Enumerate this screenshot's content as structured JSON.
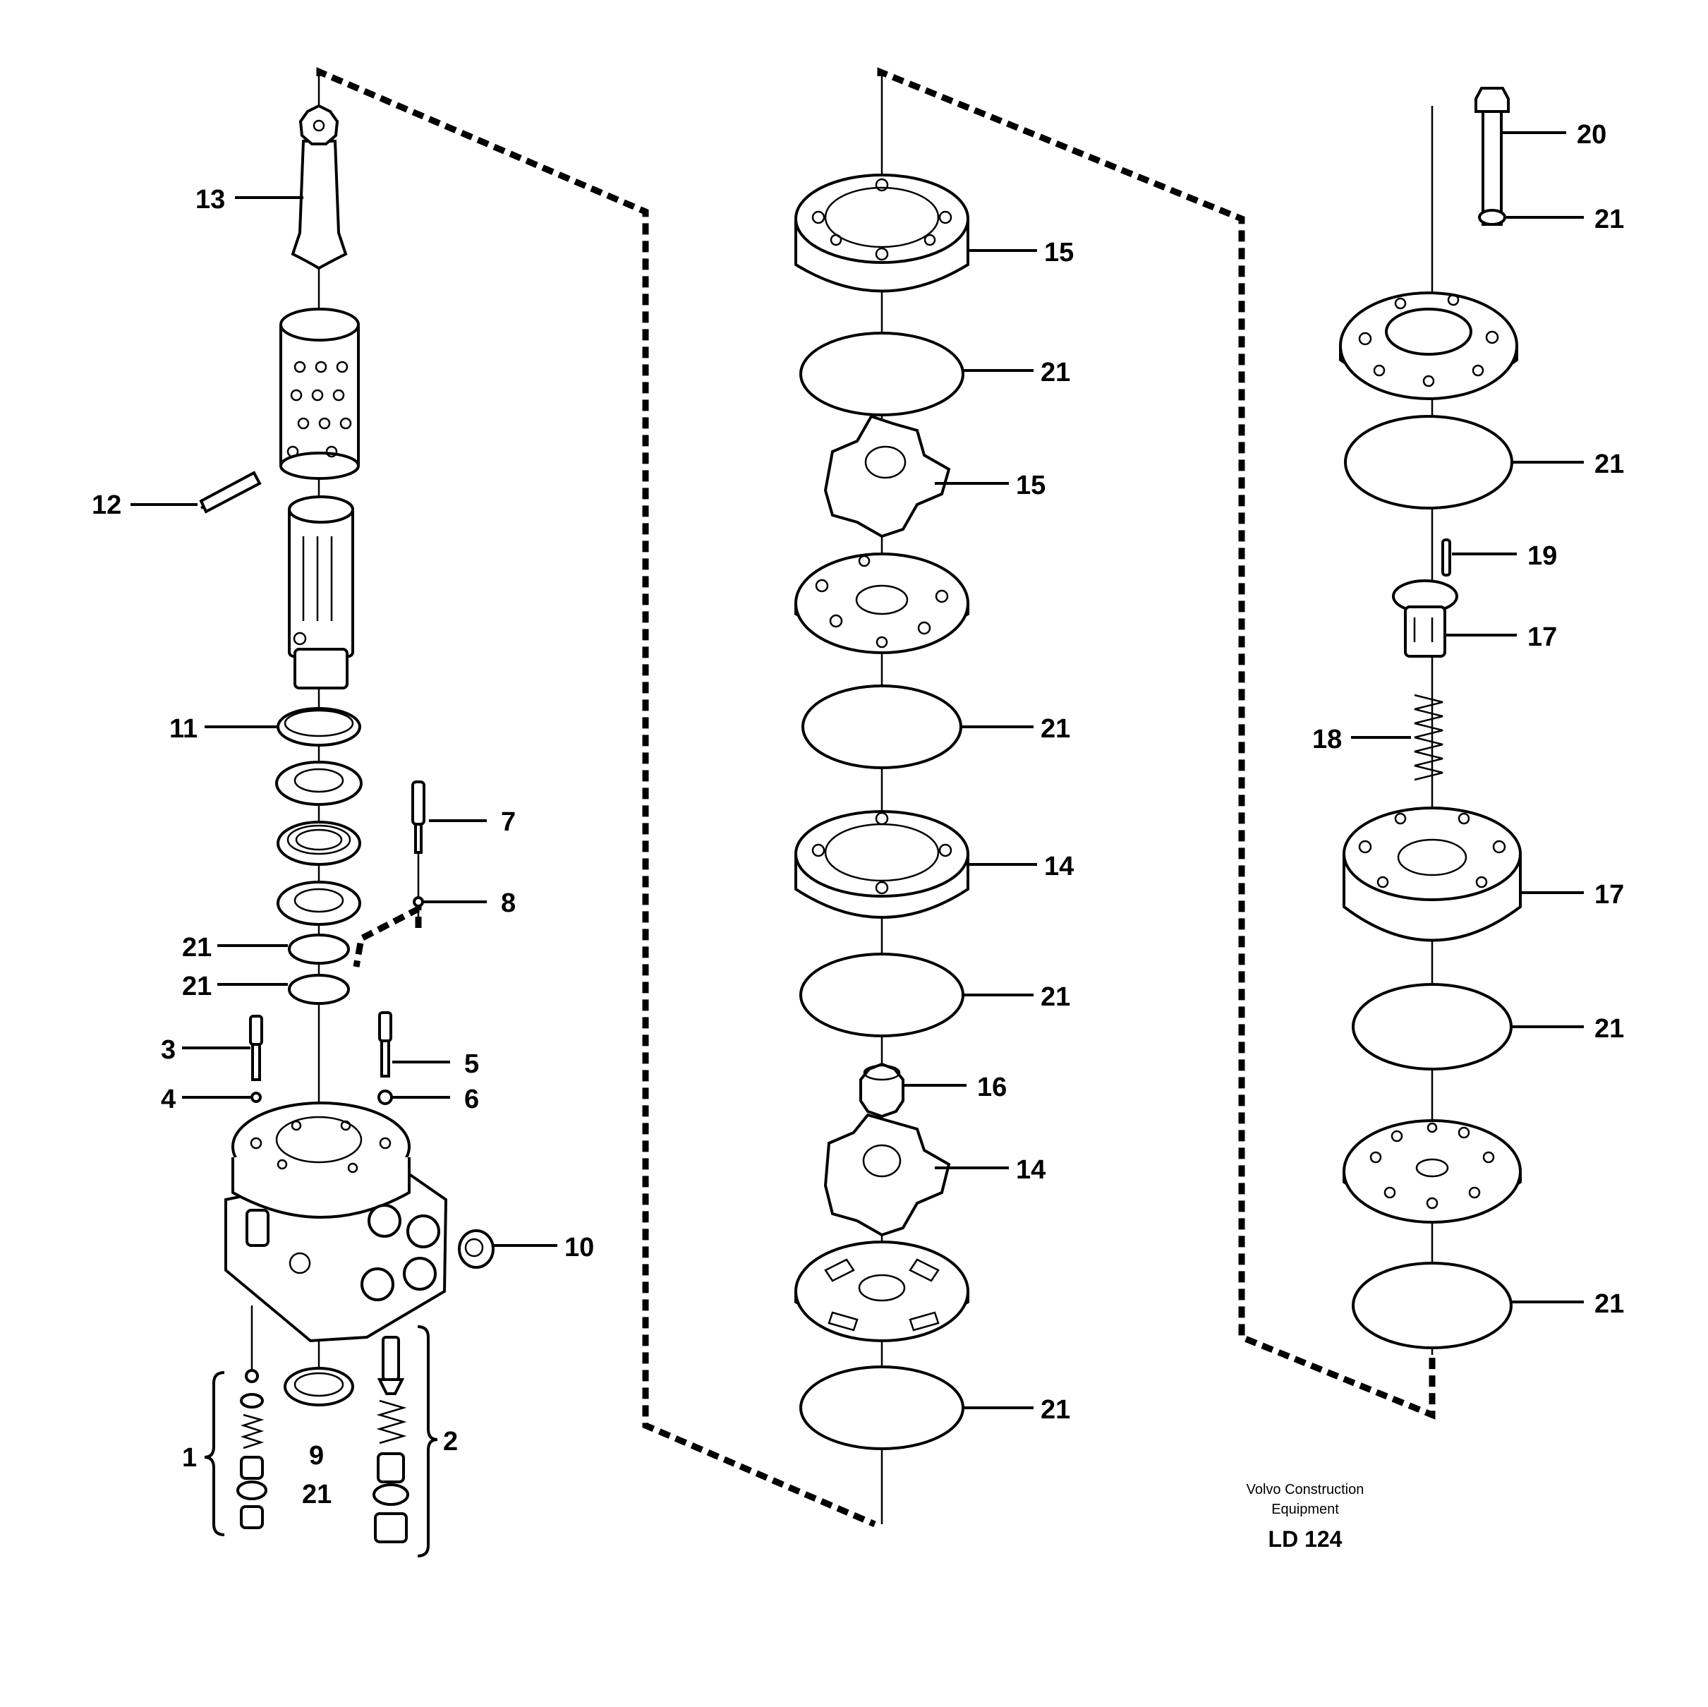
{
  "callouts": [
    {
      "id": "c1",
      "text": "1"
    },
    {
      "id": "c2",
      "text": "2"
    },
    {
      "id": "c3",
      "text": "3"
    },
    {
      "id": "c4",
      "text": "4"
    },
    {
      "id": "c5",
      "text": "5"
    },
    {
      "id": "c6",
      "text": "6"
    },
    {
      "id": "c7",
      "text": "7"
    },
    {
      "id": "c8",
      "text": "8"
    },
    {
      "id": "c9",
      "text": "9"
    },
    {
      "id": "c9b",
      "text": "21"
    },
    {
      "id": "c10",
      "text": "10"
    },
    {
      "id": "c11",
      "text": "11"
    },
    {
      "id": "c12",
      "text": "12"
    },
    {
      "id": "c13",
      "text": "13"
    },
    {
      "id": "l21a",
      "text": "21"
    },
    {
      "id": "l21b",
      "text": "21"
    },
    {
      "id": "m15a",
      "text": "15"
    },
    {
      "id": "m21a",
      "text": "21"
    },
    {
      "id": "m15b",
      "text": "15"
    },
    {
      "id": "m21b",
      "text": "21"
    },
    {
      "id": "m14a",
      "text": "14"
    },
    {
      "id": "m21c",
      "text": "21"
    },
    {
      "id": "m16",
      "text": "16"
    },
    {
      "id": "m14b",
      "text": "14"
    },
    {
      "id": "m21d",
      "text": "21"
    },
    {
      "id": "r20",
      "text": "20"
    },
    {
      "id": "r21a",
      "text": "21"
    },
    {
      "id": "r21b",
      "text": "21"
    },
    {
      "id": "r19",
      "text": "19"
    },
    {
      "id": "r17a",
      "text": "17"
    },
    {
      "id": "r18",
      "text": "18"
    },
    {
      "id": "r17b",
      "text": "17"
    },
    {
      "id": "r21c",
      "text": "21"
    },
    {
      "id": "r21d",
      "text": "21"
    }
  ],
  "footer": {
    "company_line1": "Volvo Construction",
    "company_line2": "Equipment",
    "code": "LD 124"
  }
}
